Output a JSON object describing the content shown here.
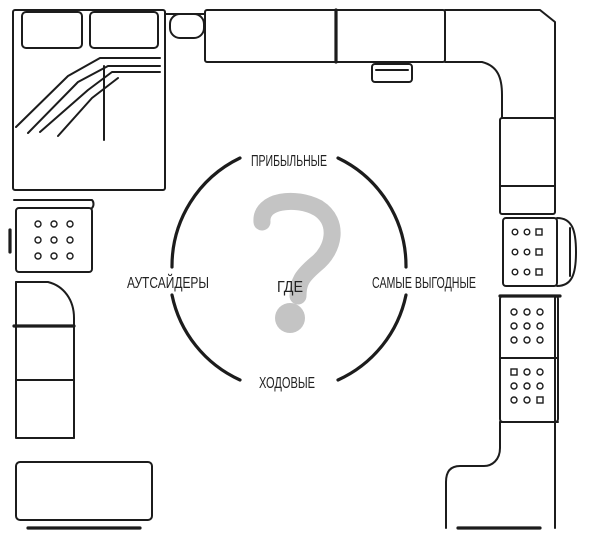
{
  "diagram": {
    "labels": {
      "top": "ПРИБЫЛЬНЫЕ",
      "right": "САМЫЕ ВЫГОДНЫЕ",
      "bottom": "ХОДОВЫЕ",
      "left": "АУТСАЙДЕРЫ",
      "center": "ГДЕ"
    },
    "center_symbol": "?",
    "colors": {
      "line": "#1c1c1c",
      "question_mark": "#c4c4c4",
      "background": "#ffffff"
    }
  }
}
